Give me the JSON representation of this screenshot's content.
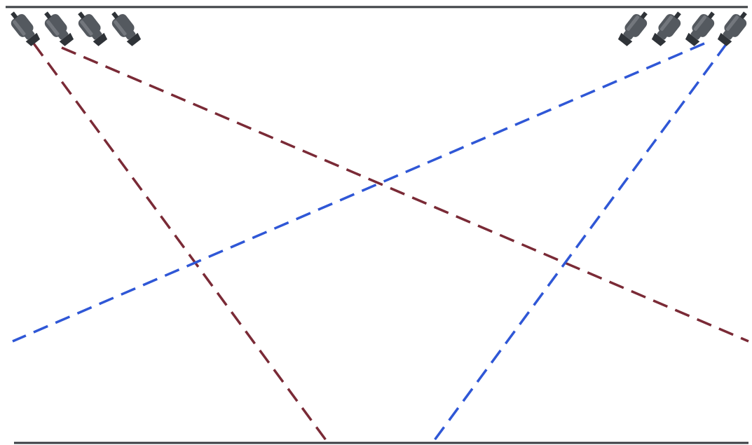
{
  "diagram": {
    "type": "stage-lighting-beam-crossing",
    "background_color": "#ffffff",
    "rail_color": "#3a3d42",
    "fixture_count_per_side": 4,
    "fixture_colors": {
      "body": "#54595f",
      "highlight": "#8c9096",
      "shadow": "#2f3338"
    },
    "left_fixtures_icon": "spotlight-icon",
    "right_fixtures_icon": "spotlight-icon",
    "beams": [
      {
        "name": "left-beam-steep",
        "color": "#7a2a36",
        "dashed": true
      },
      {
        "name": "left-beam-shallow",
        "color": "#7a2a36",
        "dashed": true
      },
      {
        "name": "right-beam-shallow",
        "color": "#2f57d6",
        "dashed": true
      },
      {
        "name": "right-beam-steep",
        "color": "#2f57d6",
        "dashed": true
      }
    ]
  }
}
